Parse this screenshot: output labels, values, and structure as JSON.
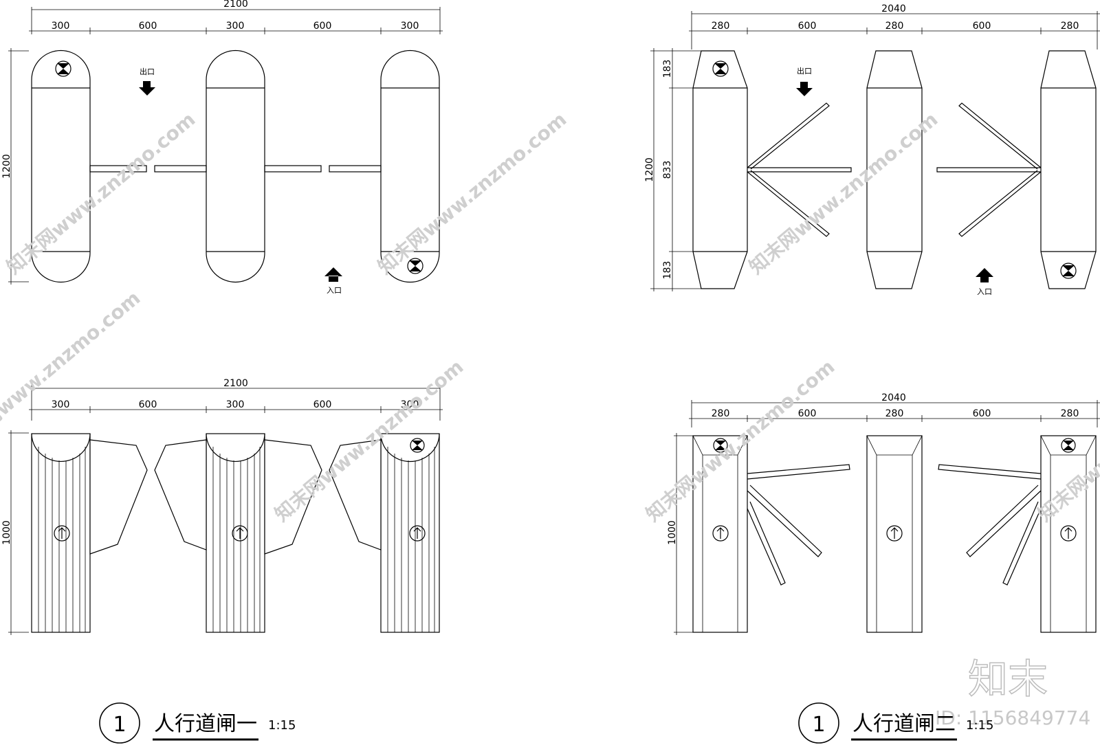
{
  "drawing_1": {
    "title": "人行道闸一",
    "scale": "1:15",
    "number": "1",
    "plan_total_width": "2100",
    "plan_segments": [
      "300",
      "600",
      "300",
      "600",
      "300"
    ],
    "plan_depth": "1200",
    "exit_label": "出口",
    "entry_label": "入口",
    "elev_total_width": "2100",
    "elev_segments": [
      "300",
      "600",
      "300",
      "600",
      "300"
    ],
    "elev_height": "1000"
  },
  "drawing_2": {
    "title": "人行道闸二",
    "scale": "1:15",
    "number": "1",
    "plan_total_width": "2040",
    "plan_segments": [
      "280",
      "600",
      "280",
      "600",
      "280"
    ],
    "plan_depth": "1200",
    "plan_depth_parts": [
      "183",
      "833",
      "183"
    ],
    "exit_label": "出口",
    "entry_label": "入口",
    "elev_total_width": "2040",
    "elev_segments": [
      "280",
      "600",
      "280",
      "600",
      "280"
    ],
    "elev_height": "1000"
  },
  "watermark": {
    "site": "知末网www.znzmo.com",
    "brand": "知末",
    "id": "ID: 1156849774"
  }
}
